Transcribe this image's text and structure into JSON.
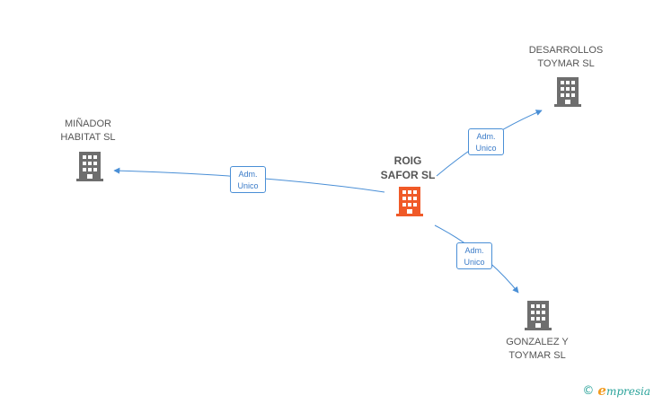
{
  "diagram": {
    "center_node": {
      "name_lines": [
        "ROIG",
        "SAFOR SL"
      ],
      "color": "#f05a28"
    },
    "nodes": [
      {
        "id": "minador",
        "name_lines": [
          "MIÑADOR",
          "HABITAT SL"
        ],
        "color": "#6e6e6e"
      },
      {
        "id": "desarrollos",
        "name_lines": [
          "DESARROLLOS",
          "TOYMAR SL"
        ],
        "color": "#6e6e6e"
      },
      {
        "id": "gonzalez",
        "name_lines": [
          "GONZALEZ Y",
          "TOYMAR  SL"
        ],
        "color": "#6e6e6e"
      }
    ],
    "edges": [
      {
        "to": "minador",
        "label_lines": [
          "Adm.",
          "Unico"
        ]
      },
      {
        "to": "desarrollos",
        "label_lines": [
          "Adm.",
          "Unico"
        ]
      },
      {
        "to": "gonzalez",
        "label_lines": [
          "Adm.",
          "Unico"
        ]
      }
    ],
    "edge_color": "#4a8fd6"
  },
  "footer": {
    "copyright_symbol": "©",
    "brand_initial": "e",
    "brand_rest": "mpresia"
  }
}
